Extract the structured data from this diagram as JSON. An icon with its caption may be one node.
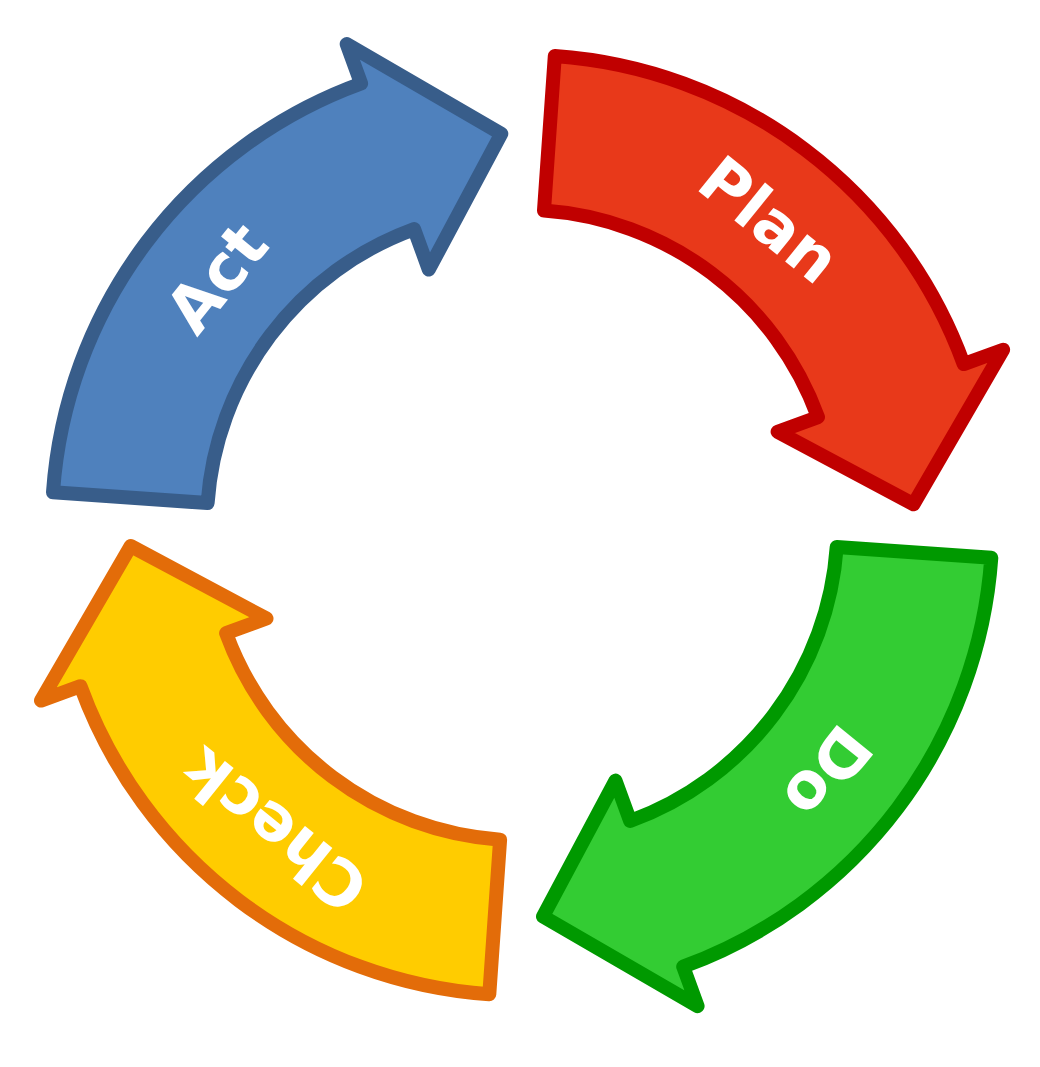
{
  "diagram": {
    "nodes": [
      {
        "text": [
          "Plan"
        ]
      },
      {
        "text": [
          "Do"
        ]
      },
      {
        "text": [
          "Check"
        ]
      },
      {
        "text": [
          "Act"
        ]
      }
    ]
  }
}
